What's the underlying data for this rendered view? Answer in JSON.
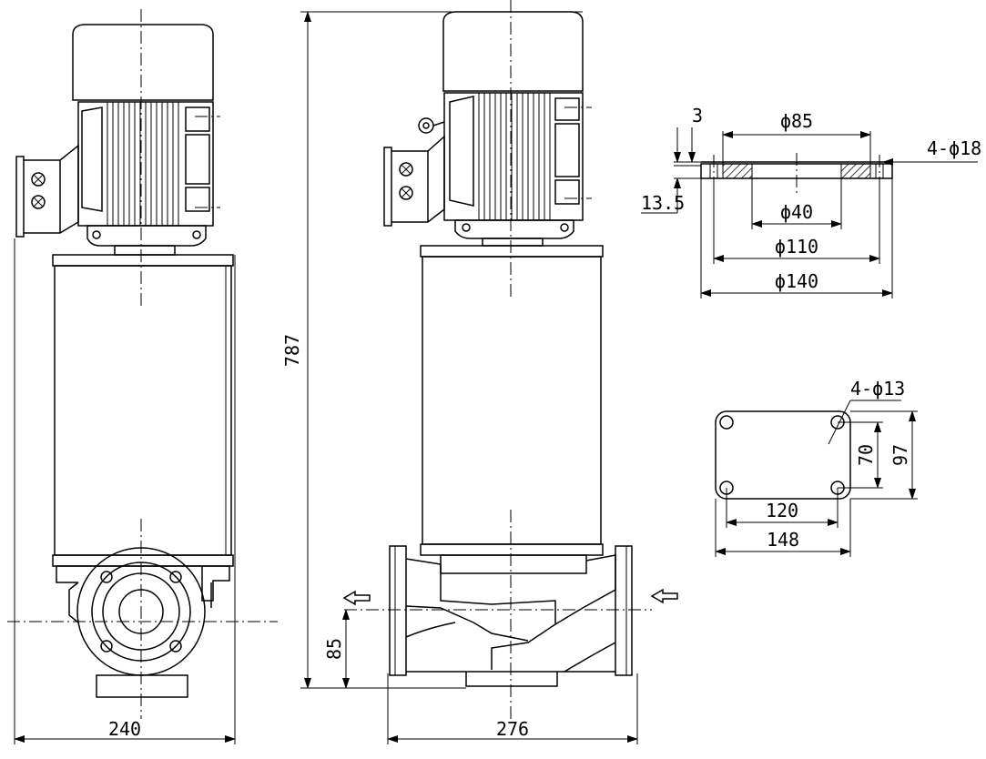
{
  "dimensions": {
    "side_width": "240",
    "front_width": "276",
    "overall_height": "787",
    "inlet_height": "85",
    "flange_thickness": "3",
    "flange_face": "13.5",
    "flange_d85": "ϕ85",
    "flange_d40": "ϕ40",
    "flange_d110": "ϕ110",
    "flange_d140": "ϕ140",
    "flange_holes": "4-ϕ18",
    "base_holes": "4-ϕ13",
    "base_hole_spacing_y": "70",
    "base_height": "97",
    "base_hole_spacing_x": "120",
    "base_width": "148"
  }
}
